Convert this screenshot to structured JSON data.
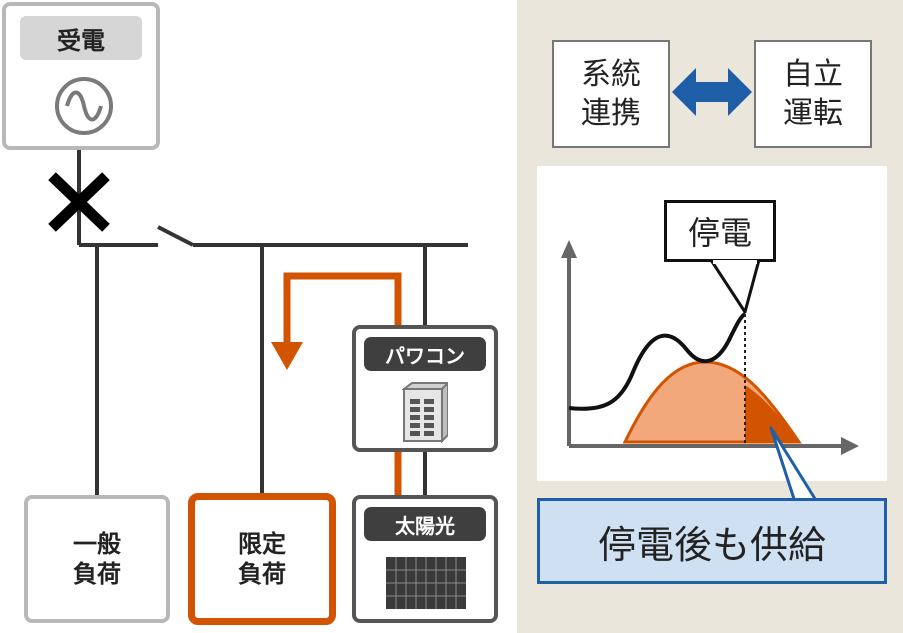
{
  "receive": {
    "label": "受電",
    "symbol": "ac-source-icon"
  },
  "loads": {
    "general_line1": "一般",
    "general_line2": "負荷",
    "limited_line1": "限定",
    "limited_line2": "負荷"
  },
  "pcs": {
    "label": "パワコン"
  },
  "solar": {
    "label": "太陽光"
  },
  "modes": {
    "grid_line1": "系統",
    "grid_line2": "連携",
    "self_line1": "自立",
    "self_line2": "運転"
  },
  "chart": {
    "outage_label": "停電",
    "supply_label": "停電後も供給"
  },
  "colors": {
    "accent_orange": "#d35400",
    "orange_fill": "#f2a87a",
    "blue_arrow": "#1f5fa8",
    "supply_box_bg": "#cfe0f3",
    "panel_bg": "#ebe6dc"
  }
}
